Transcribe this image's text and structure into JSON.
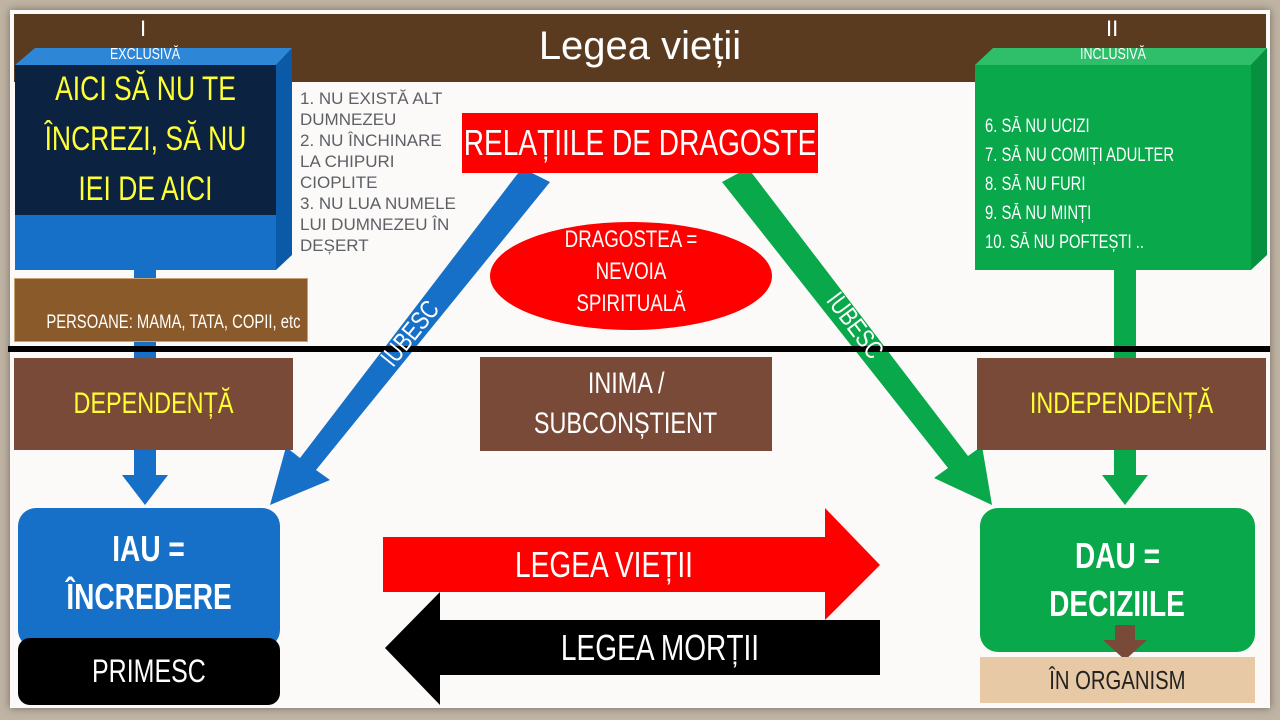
{
  "title": "Legea vieții",
  "left": {
    "roman": "I",
    "label": "EXCLUSIVĂ",
    "commandments": [
      "1. NU EXISTĂ ALT DUMNEZEU",
      "2. NU ÎNCHINARE LA CHIPURI CIOPLITE",
      "3. NU LUA NUMELE LUI DUMNEZEU ÎN DEȘERT"
    ],
    "overlay": [
      "AICI SĂ NU TE",
      "ÎNCREZI, SĂ NU",
      "IEI DE AICI"
    ],
    "persons": "PERSOANE: MAMA, TATA, COPII, etc",
    "state": "DEPENDENȚĂ",
    "result": [
      "IAU =",
      "ÎNCREDERE"
    ],
    "footer": "PRIMESC"
  },
  "right": {
    "roman": "II",
    "label": "INCLUSIVĂ",
    "commandments": [
      "6. SĂ NU UCIZI",
      "7. SĂ NU COMIȚI ADULTER",
      "8. SĂ NU FURI",
      "9. SĂ NU MINȚI",
      "10. SĂ NU POFTEȘTI .."
    ],
    "state": "INDEPENDENȚĂ",
    "result": [
      "DAU =",
      "DECIZIILE"
    ],
    "footer": "ÎN ORGANISM"
  },
  "center": {
    "relations": "RELAȚIILE DE DRAGOSTE",
    "love": [
      "DRAGOSTEA =",
      "NEVOIA",
      "SPIRITUALĂ"
    ],
    "heart": [
      "INIMA /",
      "SUBCONȘTIENT"
    ],
    "arrow_left_label": "IUBESC",
    "arrow_right_label": "IUBESC",
    "law_life": "LEGEA VIEȚII",
    "law_death": "LEGEA MORȚII"
  },
  "colors": {
    "blue": "#0f6fc6",
    "green": "#08a84b",
    "red": "#ff0000",
    "brown": "#7a4a38",
    "header": "#5b3b20"
  }
}
